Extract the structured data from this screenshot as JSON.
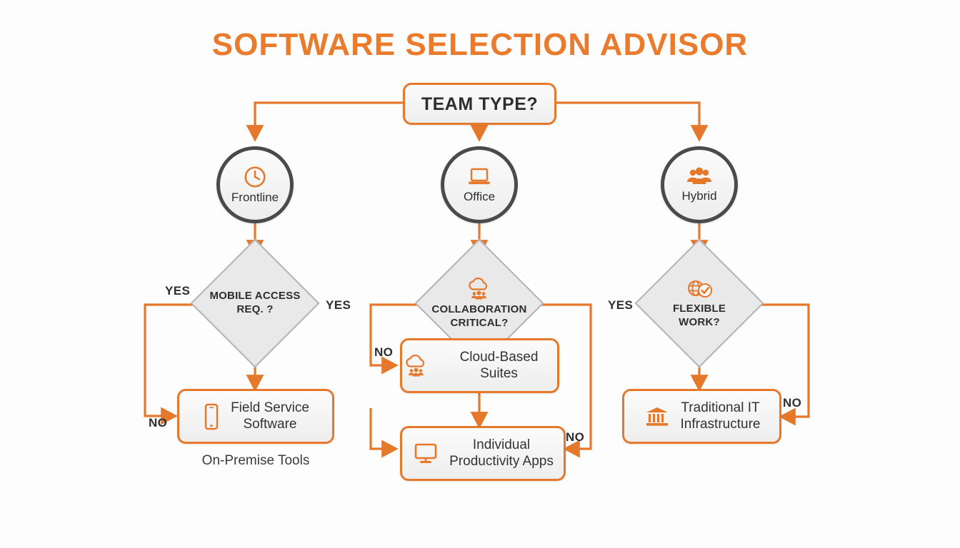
{
  "title": "SOFTWARE SELECTION ADVISOR",
  "theme": {
    "accent": "#e5782b",
    "title_color": "#ea7b2c",
    "circle_border": "#4a4a4a",
    "diamond_fill": "#e9e9e9",
    "diamond_border": "#b4b4b4",
    "node_fill": "#f4f4f4",
    "text_color": "#2e2e2e",
    "background": "#fdfdfd"
  },
  "root": {
    "label": "TEAM TYPE?"
  },
  "branches": [
    {
      "id": "frontline",
      "label": "Frontline",
      "icon": "clock-icon"
    },
    {
      "id": "office",
      "label": "Office",
      "icon": "laptop-icon"
    },
    {
      "id": "hybrid",
      "label": "Hybrid",
      "icon": "people-group-icon"
    }
  ],
  "decisions": [
    {
      "id": "mobile-access",
      "line1": "MOBILE ACCESS",
      "line2": "REQ. ?",
      "icon": null
    },
    {
      "id": "collaboration-critical",
      "line1": "COLLABORATION",
      "line2": "CRITICAL?",
      "icon": "cloud-people-icon"
    },
    {
      "id": "flexible-work",
      "line1": "FLEXIBLE",
      "line2": "WORK?",
      "icon": "globe-check-icon"
    }
  ],
  "outcomes": [
    {
      "id": "field-service",
      "line1": "Field Service",
      "line2": "Software",
      "icon": "mobile-phone-icon",
      "caption": "On-Premise Tools"
    },
    {
      "id": "cloud-suites",
      "line1": "Cloud-Based Suites",
      "line2": "",
      "icon": "cloud-people-icon",
      "caption": ""
    },
    {
      "id": "productivity-apps",
      "line1": "Individual",
      "line2": "Productivity Apps",
      "icon": "desktop-monitor-icon",
      "caption": ""
    },
    {
      "id": "traditional-it",
      "line1": "Traditional IT",
      "line2": "Infrastructure",
      "icon": "bank-building-icon",
      "caption": ""
    }
  ],
  "edge_labels": {
    "mobile_yes_left": "YES",
    "mobile_yes_right": "YES",
    "mobile_no": "NO",
    "collab_no_left": "NO",
    "collab_no_right": "NO",
    "flexible_yes": "YES",
    "flexible_no": "NO"
  }
}
